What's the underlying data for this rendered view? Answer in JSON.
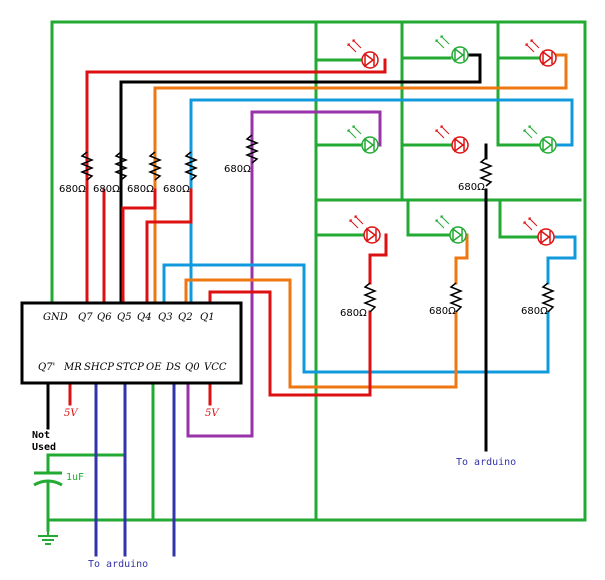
{
  "chip": {
    "top_pins": [
      "GND",
      "Q7",
      "Q6",
      "Q5",
      "Q4",
      "Q3",
      "Q2",
      "Q1"
    ],
    "bottom_pins": [
      "Q7'",
      "MR",
      "SHCP",
      "STCP",
      "OE",
      "DS",
      "Q0",
      "VCC"
    ]
  },
  "resistors": {
    "value": "680Ω",
    "labels": [
      "680Ω",
      "680Ω",
      "680Ω",
      "680Ω",
      "680Ω",
      "680Ω",
      "680Ω",
      "680Ω",
      "680Ω"
    ]
  },
  "power": {
    "mr": "5V",
    "vcc": "5V"
  },
  "notes": {
    "not_used_line1": "Not",
    "not_used_line2": "Used",
    "capacitor": "1uF",
    "to_arduino_right": "To arduino",
    "to_arduino_bottom": "To arduino"
  },
  "colors": {
    "green": "#22aa33",
    "red": "#dd1111",
    "black": "#000000",
    "orange": "#ee7711",
    "blue": "#1199dd",
    "purple": "#9933aa",
    "navy": "#3333aa"
  }
}
